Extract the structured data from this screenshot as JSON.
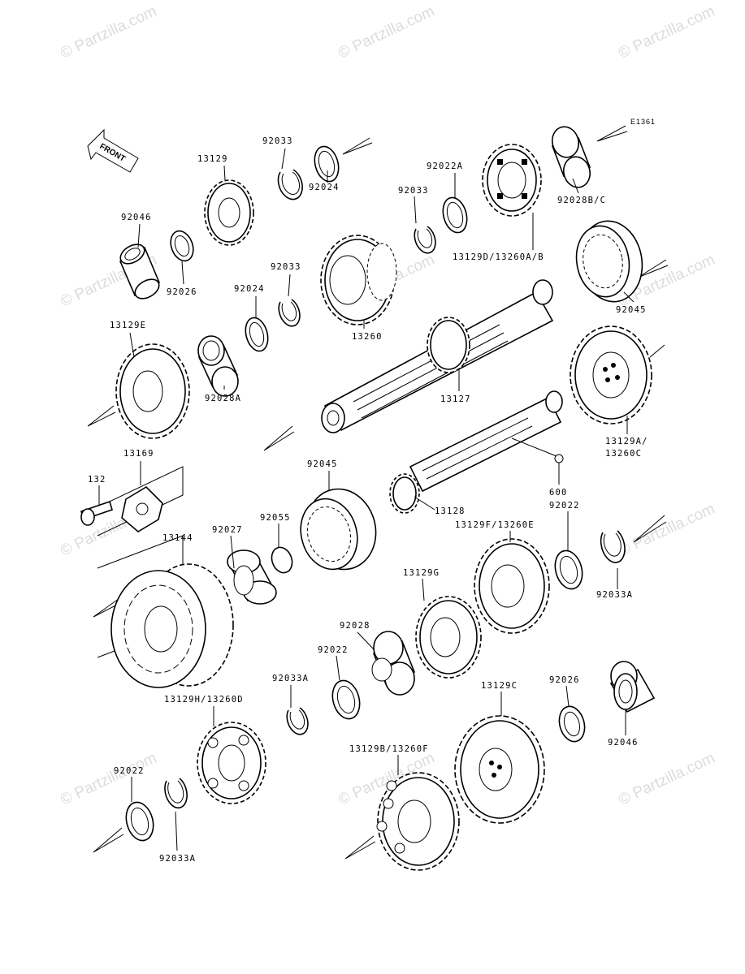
{
  "diagram": {
    "reference_code": "E1361",
    "front_label": "FRONT",
    "watermark": "Partzilla.com",
    "watermark_symbol": "©",
    "parts": [
      {
        "key": "p92033_top",
        "label": "92033"
      },
      {
        "key": "p13129",
        "label": "13129"
      },
      {
        "key": "p92024_top",
        "label": "92024"
      },
      {
        "key": "p92046_top",
        "label": "92046"
      },
      {
        "key": "p92026_top",
        "label": "92026"
      },
      {
        "key": "p92022A",
        "label": "92022A"
      },
      {
        "key": "p92033_mid",
        "label": "92033"
      },
      {
        "key": "p92028BC",
        "label": "92028B/C"
      },
      {
        "key": "p13129D",
        "label": "13129D/13260A/B"
      },
      {
        "key": "p92024_mid",
        "label": "92024"
      },
      {
        "key": "p92033_left",
        "label": "92033"
      },
      {
        "key": "p13260",
        "label": "13260"
      },
      {
        "key": "p92045_top",
        "label": "92045"
      },
      {
        "key": "p13129E",
        "label": "13129E"
      },
      {
        "key": "p92028A",
        "label": "92028A"
      },
      {
        "key": "p13127",
        "label": "13127"
      },
      {
        "key": "p13129A",
        "label": "13129A/"
      },
      {
        "key": "p13260C",
        "label": "13260C"
      },
      {
        "key": "p13169",
        "label": "13169"
      },
      {
        "key": "p92045_mid",
        "label": "92045"
      },
      {
        "key": "p132",
        "label": "132"
      },
      {
        "key": "p600",
        "label": "600"
      },
      {
        "key": "p13128",
        "label": "13128"
      },
      {
        "key": "p92022_right",
        "label": "92022"
      },
      {
        "key": "p13144",
        "label": "13144"
      },
      {
        "key": "p92027",
        "label": "92027"
      },
      {
        "key": "p92055",
        "label": "92055"
      },
      {
        "key": "p13129F",
        "label": "13129F/13260E"
      },
      {
        "key": "p92033A_right",
        "label": "92033A"
      },
      {
        "key": "p13129G",
        "label": "13129G"
      },
      {
        "key": "p92028",
        "label": "92028"
      },
      {
        "key": "p92022_mid",
        "label": "92022"
      },
      {
        "key": "p92033A_mid",
        "label": "92033A"
      },
      {
        "key": "p13129C",
        "label": "13129C"
      },
      {
        "key": "p92026_bot",
        "label": "92026"
      },
      {
        "key": "p13129H",
        "label": "13129H/13260D"
      },
      {
        "key": "p92046_bot",
        "label": "92046"
      },
      {
        "key": "p13129B",
        "label": "13129B/13260F"
      },
      {
        "key": "p92022_bot",
        "label": "92022"
      },
      {
        "key": "p92033A_bot",
        "label": "92033A"
      }
    ]
  }
}
